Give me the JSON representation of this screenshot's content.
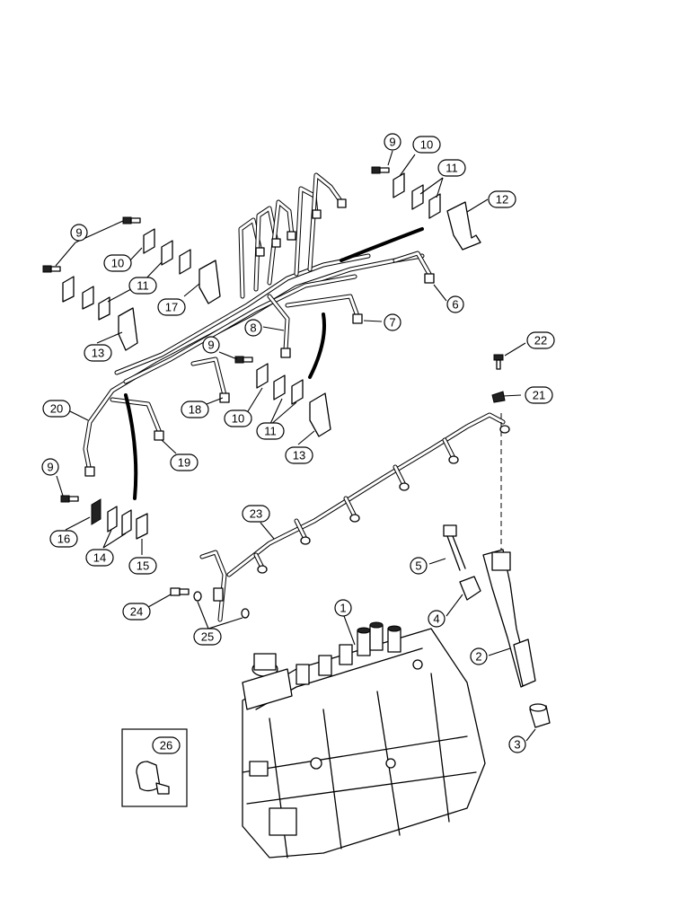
{
  "callouts": [
    {
      "id": "c1",
      "label": "1"
    },
    {
      "id": "c2",
      "label": "2"
    },
    {
      "id": "c3",
      "label": "3"
    },
    {
      "id": "c4",
      "label": "4"
    },
    {
      "id": "c5",
      "label": "5"
    },
    {
      "id": "c6",
      "label": "6"
    },
    {
      "id": "c7",
      "label": "7"
    },
    {
      "id": "c8",
      "label": "8"
    },
    {
      "id": "c9a",
      "label": "9"
    },
    {
      "id": "c9b",
      "label": "9"
    },
    {
      "id": "c9c",
      "label": "9"
    },
    {
      "id": "c9d",
      "label": "9"
    },
    {
      "id": "c10a",
      "label": "10"
    },
    {
      "id": "c10b",
      "label": "10"
    },
    {
      "id": "c10c",
      "label": "10"
    },
    {
      "id": "c11a",
      "label": "11"
    },
    {
      "id": "c11b",
      "label": "11"
    },
    {
      "id": "c11c",
      "label": "11"
    },
    {
      "id": "c12",
      "label": "12"
    },
    {
      "id": "c13a",
      "label": "13"
    },
    {
      "id": "c13b",
      "label": "13"
    },
    {
      "id": "c14",
      "label": "14"
    },
    {
      "id": "c15",
      "label": "15"
    },
    {
      "id": "c16",
      "label": "16"
    },
    {
      "id": "c17",
      "label": "17"
    },
    {
      "id": "c18",
      "label": "18"
    },
    {
      "id": "c19",
      "label": "19"
    },
    {
      "id": "c20",
      "label": "20"
    },
    {
      "id": "c21",
      "label": "21"
    },
    {
      "id": "c22",
      "label": "22"
    },
    {
      "id": "c23",
      "label": "23"
    },
    {
      "id": "c24",
      "label": "24"
    },
    {
      "id": "c25",
      "label": "25"
    },
    {
      "id": "c26",
      "label": "26"
    }
  ]
}
